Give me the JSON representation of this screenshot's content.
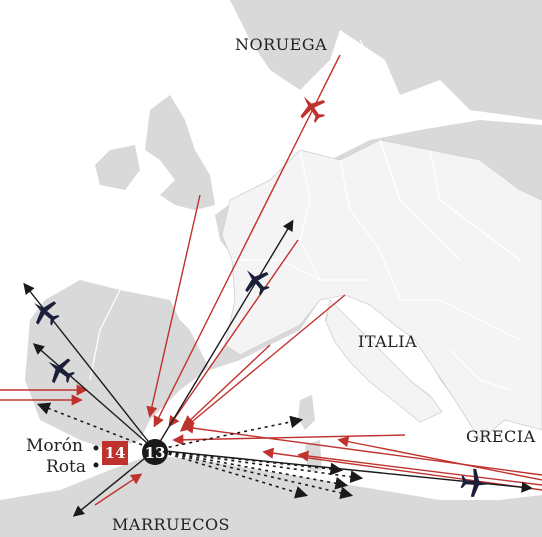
{
  "colors": {
    "sea": "#ffffff",
    "land": "#d9d9d9",
    "land_focus": "#f4f4f4",
    "border": "#ffffff",
    "red": "#c0322e",
    "black": "#1a1a1a",
    "plane": "#1c1f3a",
    "badge_red": "#c0322e",
    "badge_black": "#1a1a1a"
  },
  "labels": {
    "norway": "NORUEGA",
    "italy": "ITALIA",
    "greece": "GRECIA",
    "morocco": "MARRUECOS",
    "moron": "Morón",
    "rota": "Rota"
  },
  "badges": {
    "moron_rota": "14",
    "hub": "13"
  },
  "icons": {
    "aircraft": "airplane-icon",
    "red_aircraft": "red-airplane-icon"
  }
}
